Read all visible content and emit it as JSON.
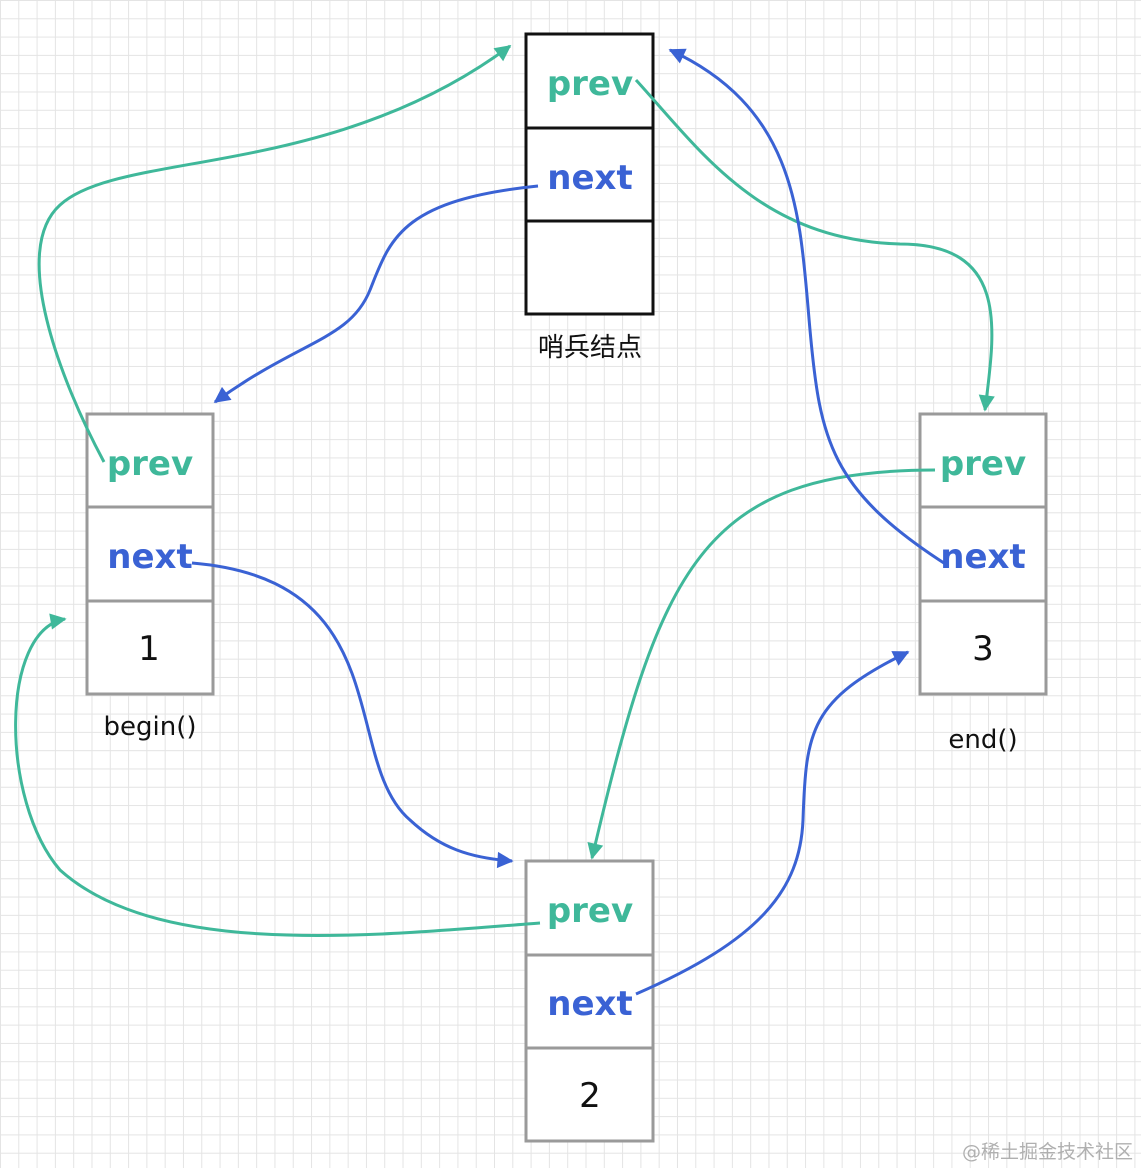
{
  "colors": {
    "prev": "#3fb89a",
    "next": "#3a62d4",
    "sentinel_border": "#111111",
    "node_border": "#9a9a9a"
  },
  "sentinel": {
    "prev_label": "prev",
    "next_label": "next",
    "caption": "哨兵结点"
  },
  "node1": {
    "prev_label": "prev",
    "next_label": "next",
    "value": "1",
    "caption": "begin()"
  },
  "node2": {
    "prev_label": "prev",
    "next_label": "next",
    "value": "2"
  },
  "node3": {
    "prev_label": "prev",
    "next_label": "next",
    "value": "3",
    "caption": "end()"
  },
  "watermark": "@稀土掘金技术社区"
}
